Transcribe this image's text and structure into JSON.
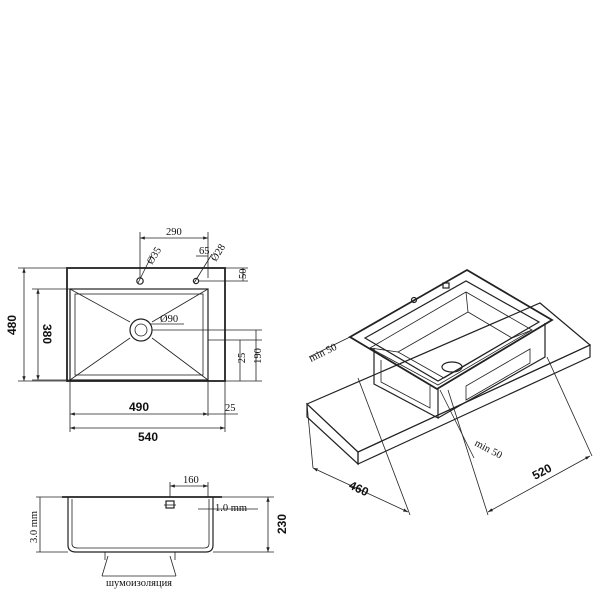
{
  "top_view": {
    "dim_hole_spacing": "290",
    "dim_hole1_dia": "Ø35",
    "dim_hole2_offset": "65",
    "dim_hole2_dia": "Ø28",
    "dim_hole_edge": "50",
    "dim_bowl_height": "380",
    "dim_total_height": "480",
    "dim_drain_dia": "Ø90",
    "dim_drain_offset": "25",
    "dim_drain_height": "190",
    "dim_bowl_width": "490",
    "dim_side_margin": "25",
    "dim_total_width": "540"
  },
  "section_view": {
    "dim_depth": "230",
    "dim_overflow": "160",
    "dim_thickness": "1.0 mm",
    "dim_wall": "3.0 mm",
    "insulation_label": "шумоизоляция"
  },
  "iso_view": {
    "dim_min_left": "min 50",
    "dim_min_right": "min 50",
    "dim_cutout_depth": "460",
    "dim_cutout_width": "520"
  }
}
